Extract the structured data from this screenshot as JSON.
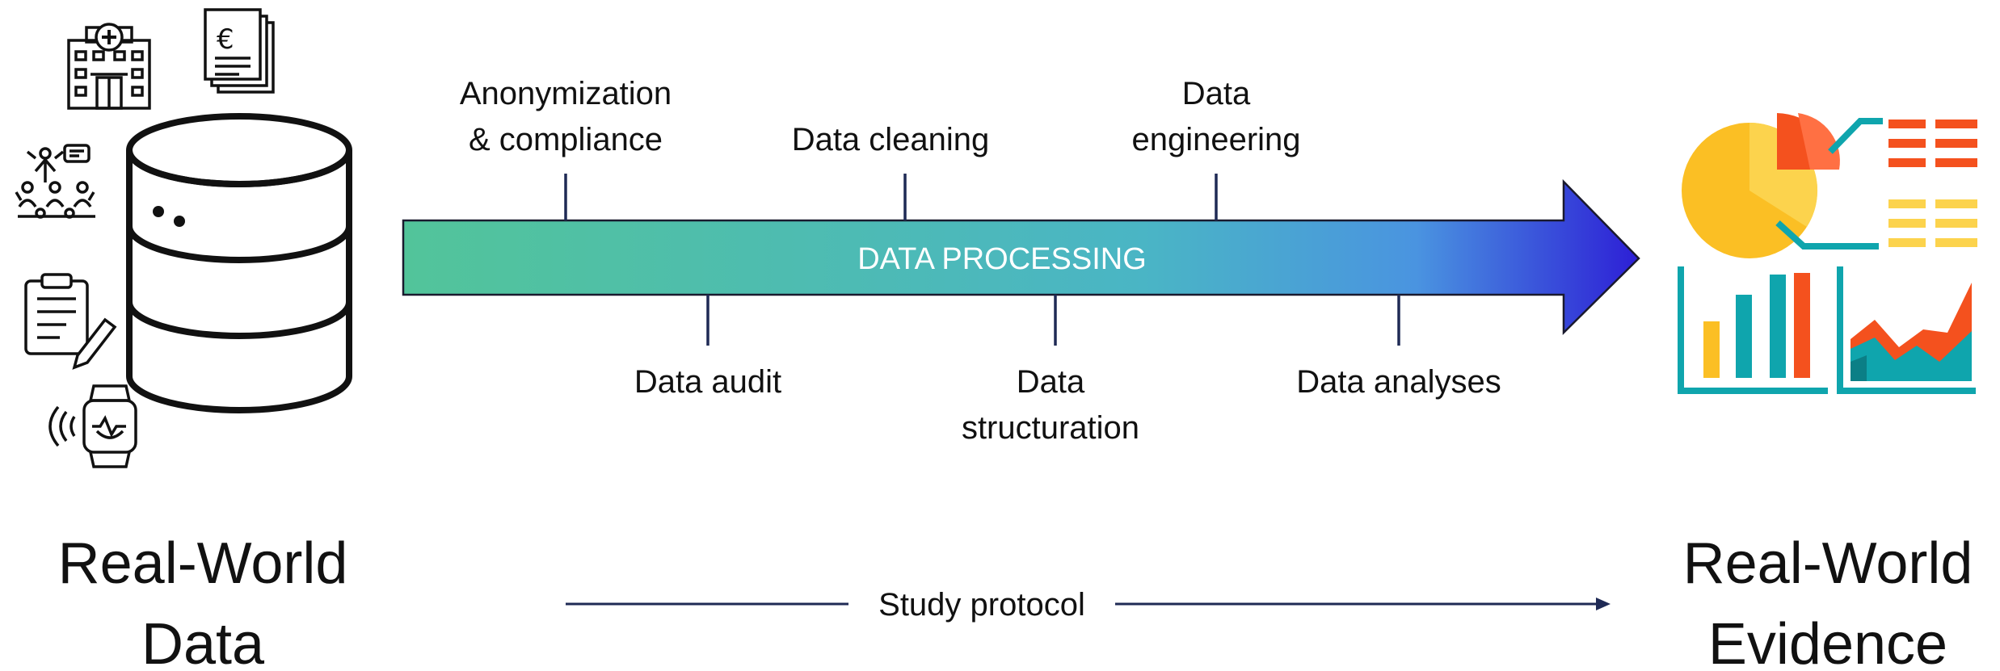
{
  "arrow": {
    "label": "DATA PROCESSING"
  },
  "steps_top": [
    {
      "lines": [
        "Anonymization",
        "& compliance"
      ]
    },
    {
      "lines": [
        "Data cleaning"
      ]
    },
    {
      "lines": [
        "Data",
        "engineering"
      ]
    }
  ],
  "steps_bottom": [
    {
      "lines": [
        "Data audit"
      ]
    },
    {
      "lines": [
        "Data",
        "structuration"
      ]
    },
    {
      "lines": [
        "Data analyses"
      ]
    }
  ],
  "left": {
    "title_lines": [
      "Real-World",
      "Data"
    ]
  },
  "right": {
    "title_lines": [
      "Real-World",
      "Evidence"
    ]
  },
  "protocol": {
    "label": "Study protocol"
  },
  "icons": {
    "hospital": "hospital-icon",
    "invoice": "euro-invoice-icon",
    "patients": "patient-community-icon",
    "form": "clipboard-form-icon",
    "wearable": "smartwatch-icon",
    "database": "database-icon",
    "dashboard": "analytics-dashboard-icon"
  },
  "colors": {
    "arrow_start": "#52c49a",
    "arrow_mid": "#4ab5c5",
    "arrow_end": "#2d1fd6",
    "tick": "#1f2a55",
    "pie_yellow": "#fbbf24",
    "pie_light": "#fcd34d",
    "red": "#f4511e",
    "teal": "#0fa5ad"
  }
}
